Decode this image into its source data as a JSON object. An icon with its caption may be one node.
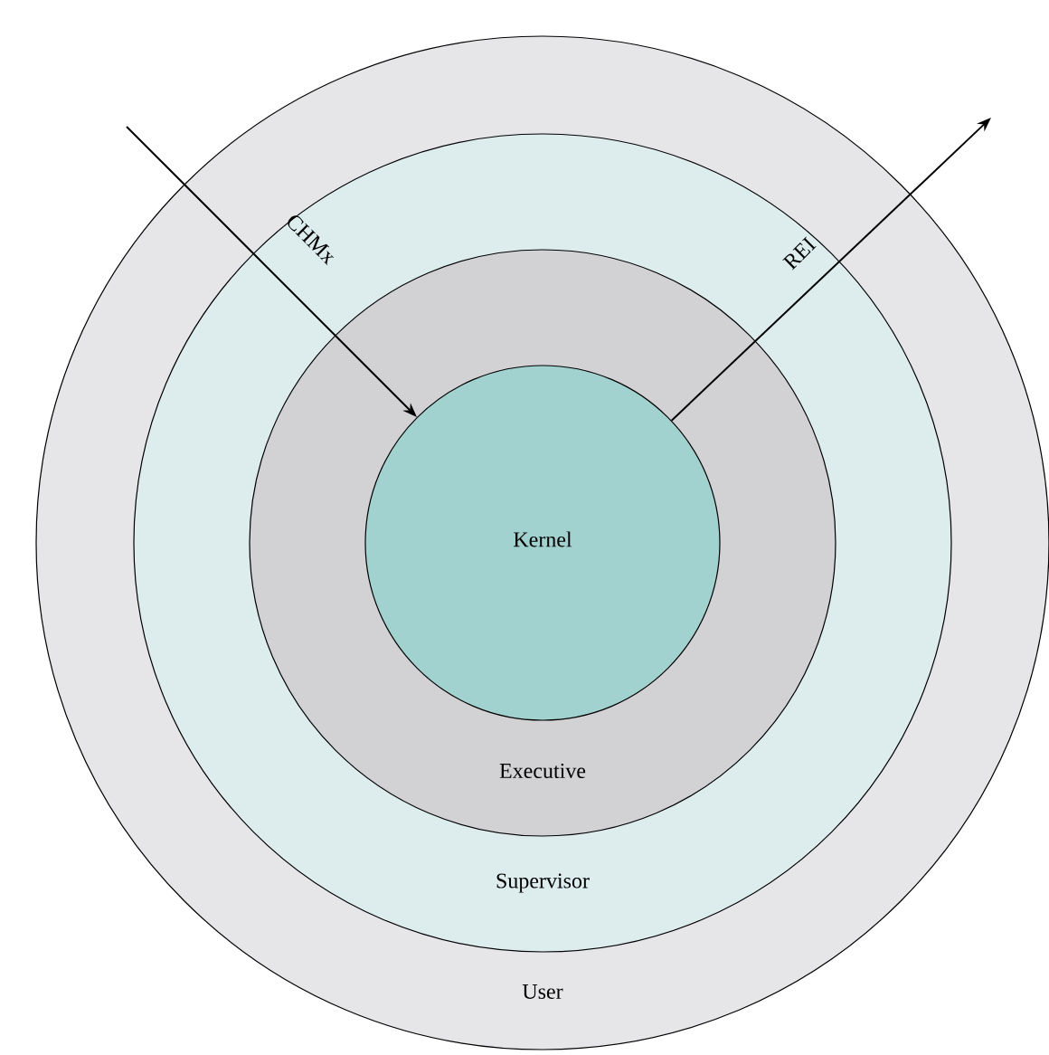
{
  "diagram": {
    "nodes": [
      {
        "text": [
          "User"
        ]
      },
      {
        "text": [
          "Supervisor"
        ],
        "in": 0
      },
      {
        "text": [
          "Executive"
        ],
        "in": 1
      },
      {
        "text": [
          "Kernel"
        ],
        "in": 2
      }
    ],
    "edges": [
      {
        "from": null,
        "to": 3,
        "arrow": "to",
        "label": "CHMx"
      },
      {
        "from": 3,
        "to": null,
        "arrow": "to",
        "label": "REI"
      }
    ]
  }
}
